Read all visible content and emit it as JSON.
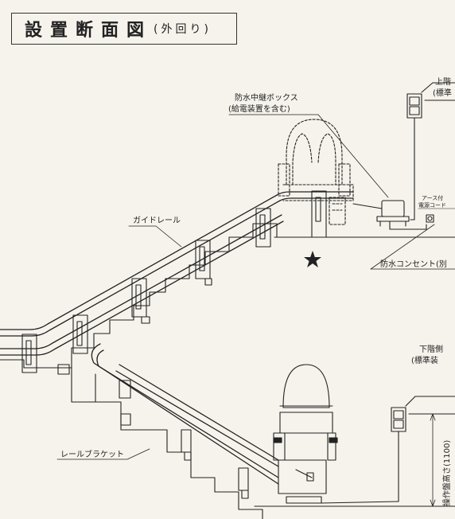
{
  "title": {
    "main": "設置断面図",
    "sub": "(外回り)"
  },
  "labels": {
    "waterproof_box_line1": "防水中継ボックス",
    "waterproof_box_line2": "(給電装置を含む)",
    "upper_switch_line1": "上階",
    "upper_switch_line2": "(標準",
    "earth_cord_line1": "アース付",
    "earth_cord_line2": "電源コード",
    "guide_rail": "ガイドレール",
    "waterproof_outlet": "防水コンセント(別",
    "lower_switch_line1": "下階側",
    "lower_switch_line2": "(標準装",
    "rail_bracket": "レールブラケット",
    "operation_height": "操作盤高さ(1100)"
  },
  "colors": {
    "line": "#222222",
    "background": "#f6f3ec"
  }
}
